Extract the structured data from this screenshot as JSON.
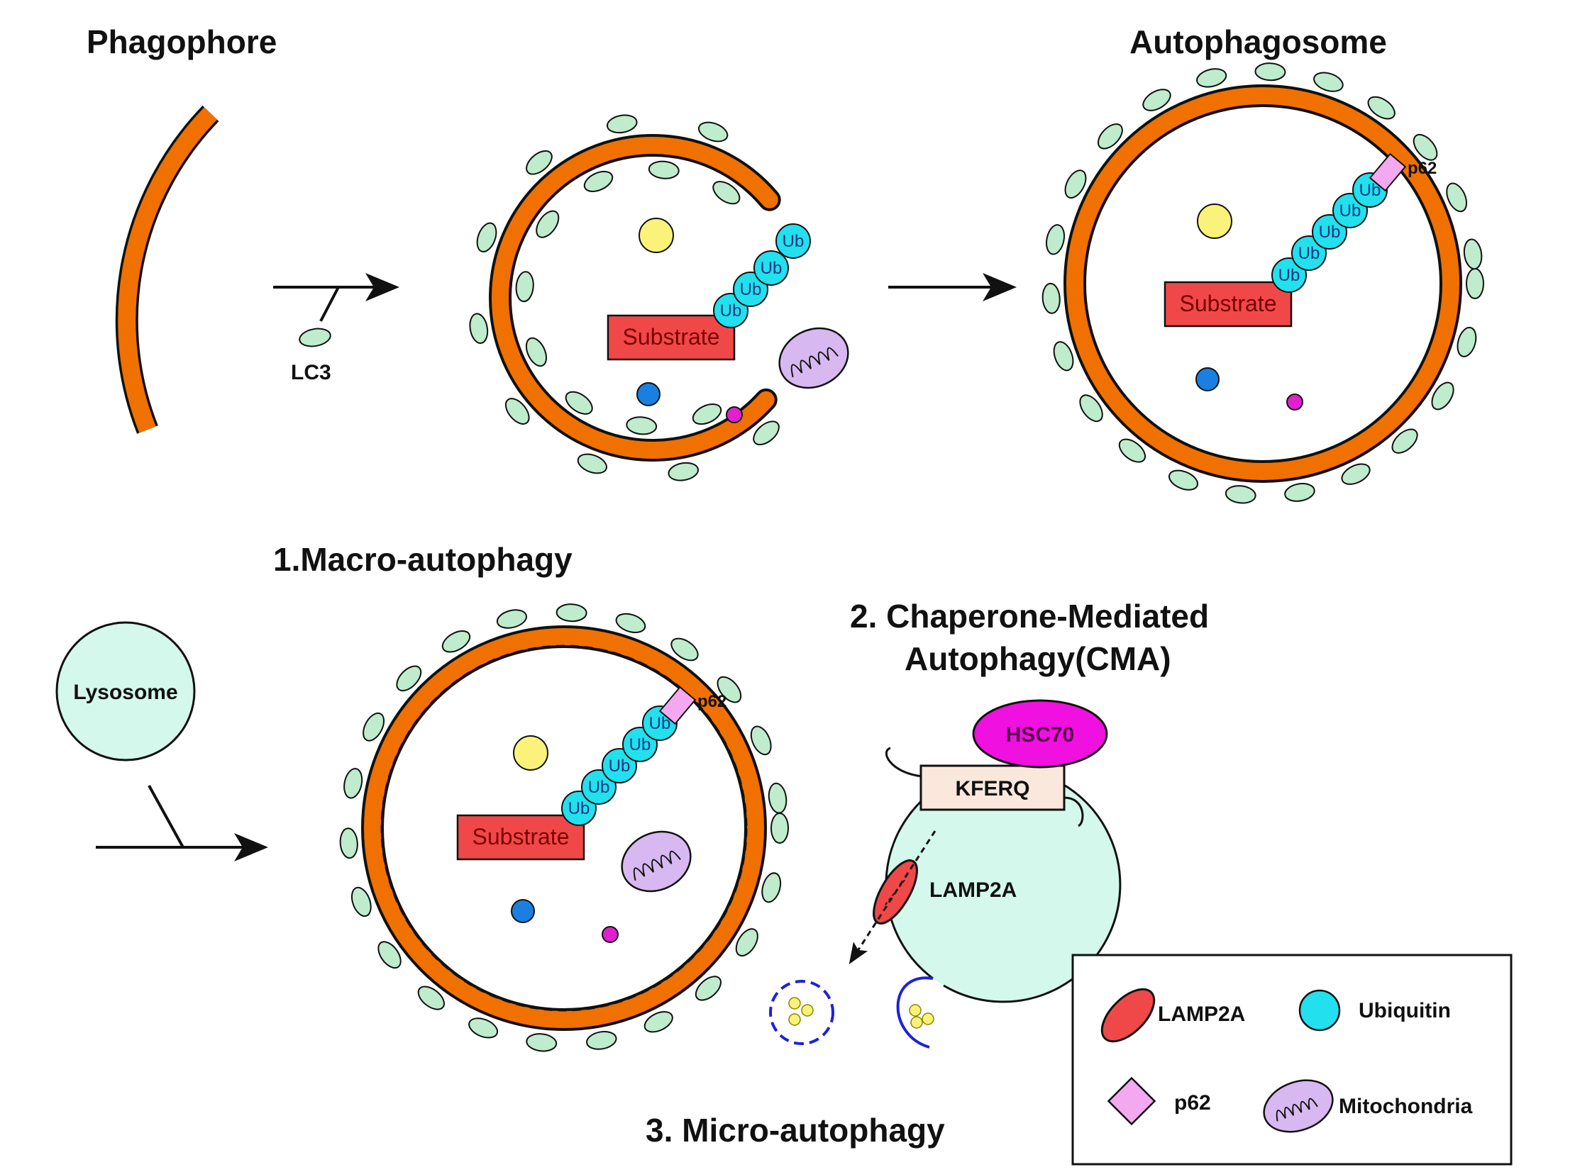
{
  "titles": {
    "phagophore": "Phagophore",
    "autophagosome": "Autophagosome",
    "macro": "1.Macro-autophagy",
    "cma_line1": "2. Chaperone-Mediated",
    "cma_line2": "Autophagy(CMA)",
    "micro": "3. Micro-autophagy"
  },
  "labels": {
    "lc3": "LC3",
    "substrate": "Substrate",
    "ub": "Ub",
    "p62": "p62",
    "lysosome": "Lysosome",
    "hsc70": "HSC70",
    "kferq": "KFERQ",
    "lamp2a": "LAMP2A"
  },
  "legend": {
    "items": [
      {
        "label": "LAMP2A",
        "icon": "lamp2a-icon"
      },
      {
        "label": "Ubiquitin",
        "icon": "ubiquitin-icon"
      },
      {
        "label": "p62",
        "icon": "p62-icon"
      },
      {
        "label": "Mitochondria",
        "icon": "mitochondria-icon"
      }
    ]
  },
  "colors": {
    "membrane": "#f07000",
    "lc3": "#bfeccc",
    "ubiquitin": "#22e0ee",
    "substrate": "#f04848",
    "p62": "#f4a8f0",
    "mitochondria": "#d8b8f0",
    "lysosome": "#d4f8ec",
    "hsc70": "#f010e0",
    "kferq": "#fbe8dc",
    "lamp2a": "#f04848",
    "yellow": "#fbf27a",
    "blue": "#1a7fe0",
    "magenta": "#e020d0"
  }
}
